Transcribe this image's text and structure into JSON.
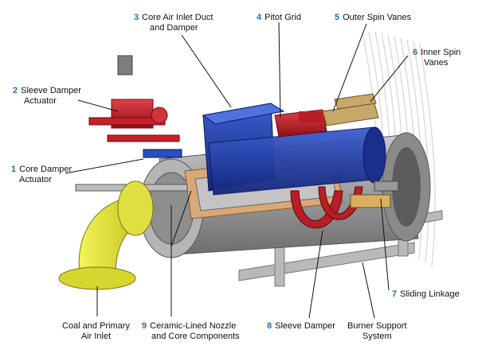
{
  "colors": {
    "accent_number": "#1f6fb8",
    "duct_blue": "#1f3fa8",
    "damper_red": "#c8202a",
    "inlet_yellow": "#e6e62a",
    "steel_gray": "#9a9a9a",
    "ceramic_tan": "#d9a878"
  },
  "labels": [
    {
      "number": "1",
      "lines": [
        "Core Damper",
        "Actuator"
      ]
    },
    {
      "number": "2",
      "lines": [
        "Sleeve Damper",
        "Actuator"
      ]
    },
    {
      "number": "3",
      "lines": [
        "Core Air Inlet Duct",
        "and Damper"
      ]
    },
    {
      "number": "4",
      "lines": [
        "Pitot Grid"
      ]
    },
    {
      "number": "5",
      "lines": [
        "Outer Spin Vanes"
      ]
    },
    {
      "number": "6",
      "lines": [
        "Inner Spin",
        "Vanes"
      ]
    },
    {
      "number": "7",
      "lines": [
        "Sliding Linkage"
      ]
    },
    {
      "number": "8",
      "lines": [
        "Sleeve Damper"
      ]
    },
    {
      "number": "9",
      "lines": [
        "Ceramic-Lined Nozzle",
        "and Core Components"
      ]
    },
    {
      "number": "",
      "lines": [
        "Coal and Primary",
        "Air Inlet"
      ]
    },
    {
      "number": "",
      "lines": [
        "Burner Support",
        "System"
      ]
    }
  ]
}
